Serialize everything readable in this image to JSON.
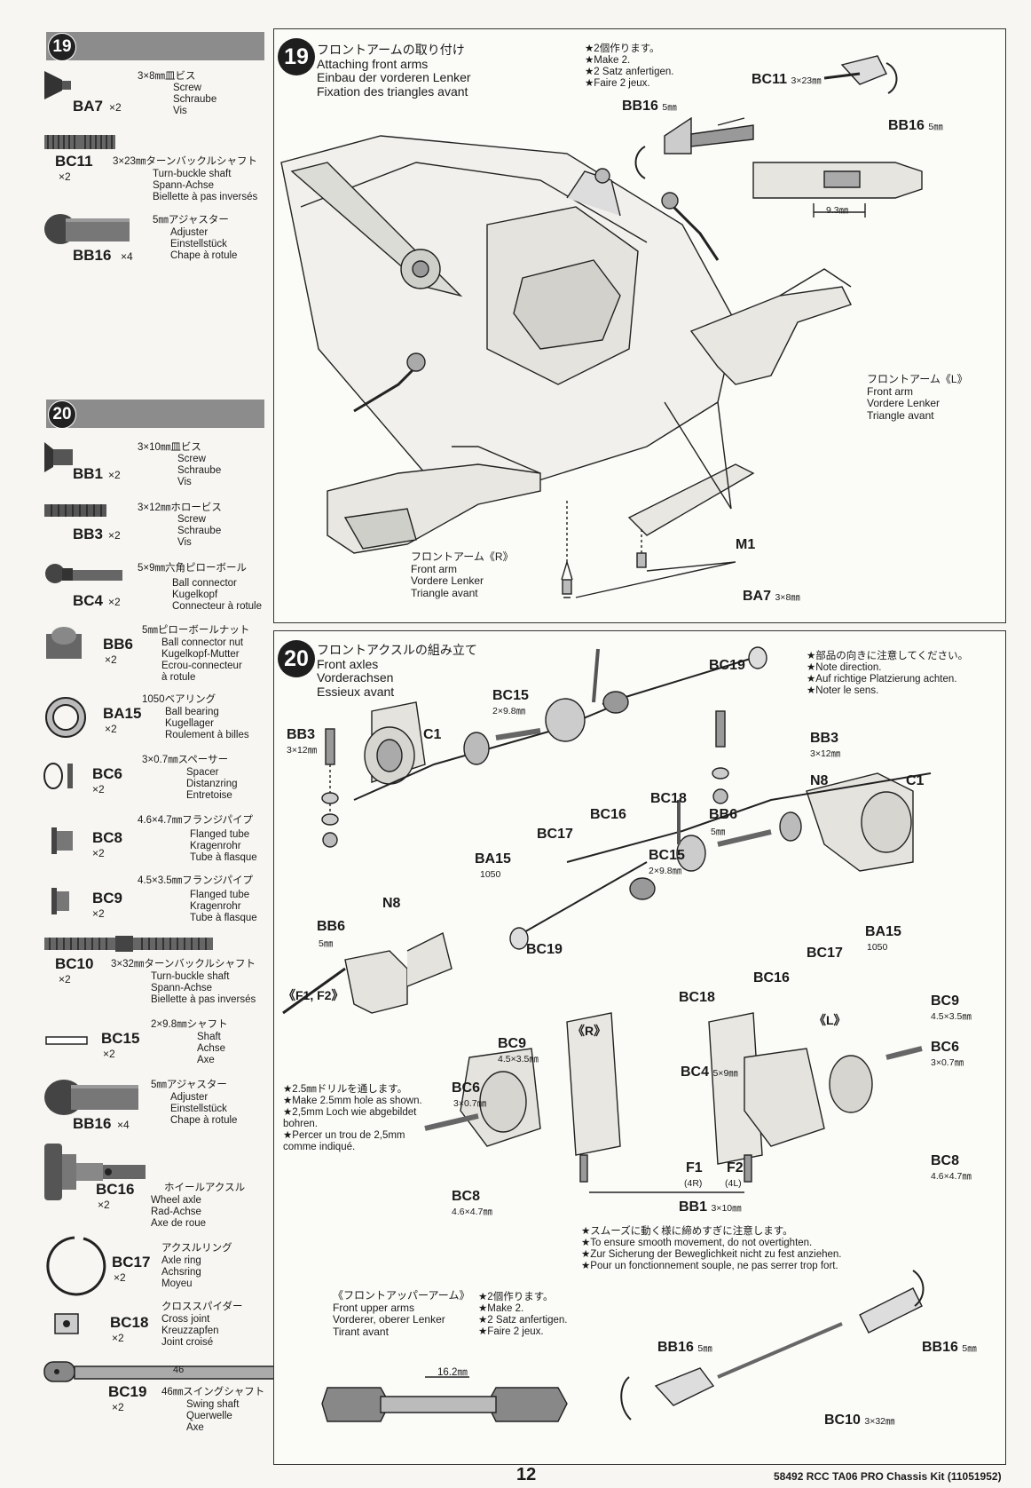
{
  "page": {
    "page_number": "12",
    "footer": "58492 RCC TA06 PRO Chassis Kit (11051952)"
  },
  "sidebar": {
    "step19": {
      "num": "19",
      "parts": [
        {
          "code": "BA7",
          "qty": "×2",
          "spec": "3×8㎜皿ビス",
          "desc": "Screw\nSchraube\nVis"
        },
        {
          "code": "BC11",
          "qty": "×2",
          "spec": "3×23㎜ターンバックルシャフト",
          "desc": "Turn-buckle shaft\nSpann-Achse\nBiellette à pas inversés"
        },
        {
          "code": "BB16",
          "qty": "×4",
          "spec": "5㎜アジャスター",
          "desc": "Adjuster\nEinstellstück\nChape à rotule"
        }
      ]
    },
    "step20": {
      "num": "20",
      "parts": [
        {
          "code": "BB1",
          "qty": "×2",
          "spec": "3×10㎜皿ビス",
          "desc": "Screw\nSchraube\nVis"
        },
        {
          "code": "BB3",
          "qty": "×2",
          "spec": "3×12㎜ホロービス",
          "desc": "Screw\nSchraube\nVis"
        },
        {
          "code": "BC4",
          "qty": "×2",
          "spec": "5×9㎜六角ピローボール",
          "desc": "Ball connector\nKugelkopf\nConnecteur à rotule"
        },
        {
          "code": "BB6",
          "qty": "×2",
          "spec": "5㎜ピローボールナット",
          "desc": "Ball connector nut\nKugelkopf-Mutter\nEcrou-connecteur\nà rotule"
        },
        {
          "code": "BA15",
          "qty": "×2",
          "spec": "1050ベアリング",
          "desc": "Ball bearing\nKugellager\nRoulement à billes"
        },
        {
          "code": "BC6",
          "qty": "×2",
          "spec": "3×0.7㎜スペーサー",
          "desc": "Spacer\nDistanzring\nEntretoise"
        },
        {
          "code": "BC8",
          "qty": "×2",
          "spec": "4.6×4.7㎜フランジパイプ",
          "desc": "Flanged tube\nKragenrohr\nTube à flasque"
        },
        {
          "code": "BC9",
          "qty": "×2",
          "spec": "4.5×3.5㎜フランジパイプ",
          "desc": "Flanged tube\nKragenrohr\nTube à flasque"
        },
        {
          "code": "BC10",
          "qty": "×2",
          "spec": "3×32㎜ターンバックルシャフト",
          "desc": "Turn-buckle shaft\nSpann-Achse\nBiellette à pas inversés"
        },
        {
          "code": "BC15",
          "qty": "×2",
          "spec": "2×9.8㎜シャフト",
          "desc": "Shaft\nAchse\nAxe"
        },
        {
          "code": "BB16",
          "qty": "×4",
          "spec": "5㎜アジャスター",
          "desc": "Adjuster\nEinstellstück\nChape à rotule"
        },
        {
          "code": "BC16",
          "qty": "×2",
          "spec": "ホイールアクスル",
          "desc": "Wheel axle\nRad-Achse\nAxe de roue"
        },
        {
          "code": "BC17",
          "qty": "×2",
          "spec": "アクスルリング",
          "desc": "Axle ring\nAchsring\nMoyeu"
        },
        {
          "code": "BC18",
          "qty": "×2",
          "spec": "クロススパイダー",
          "desc": "Cross joint\nKreuzzapfen\nJoint croisé"
        },
        {
          "code": "BC19",
          "qty": "×2",
          "spec": "46㎜スイングシャフト",
          "desc": "Swing shaft\nQuerwelle\nAxe",
          "marking": "46"
        }
      ]
    }
  },
  "step19": {
    "num": "19",
    "title": "フロントアームの取り付け\nAttaching front arms\nEinbau der vorderen Lenker\nFixation des triangles avant",
    "note": "★2個作ります。\n★Make 2.\n★2 Satz anfertigen.\n★Faire 2 jeux.",
    "labels": {
      "bc11": "BC11",
      "bc11_size": "3×23㎜",
      "bb16_left": "BB16",
      "bb16_left_size": "5㎜",
      "bb16_right": "BB16",
      "bb16_right_size": "5㎜",
      "dimension": "9.3㎜",
      "arm_l": "フロントアーム《L》\nFront arm\nVordere Lenker\nTriangle avant",
      "arm_r": "フロントアーム《R》\nFront arm\nVordere Lenker\nTriangle avant",
      "m1": "M1",
      "ba7": "BA7",
      "ba7_size": "3×8㎜"
    }
  },
  "step20": {
    "num": "20",
    "title": "フロントアクスルの組み立て\nFront axles\nVorderachsen\nEssieux avant",
    "note": "★部品の向きに注意してください。\n★Note direction.\n★Auf richtige Platzierung achten.\n★Noter le sens.",
    "labels": {
      "bc19_top": "BC19",
      "bc15_top": "BC15",
      "bc15_top_size": "2×9.8㎜",
      "bb3_left": "BB3",
      "bb3_left_size": "3×12㎜",
      "c1_left": "C1",
      "bc18_top": "BC18",
      "bc16_top": "BC16",
      "bc17_top": "BC17",
      "ba15_left": "BA15",
      "ba15_left_size": "1050",
      "n8_left": "N8",
      "bb6_left": "BB6",
      "bb6_left_size": "5㎜",
      "bb3_right": "BB3",
      "bb3_right_size": "3×12㎜",
      "n8_right": "N8",
      "c1_right": "C1",
      "bb6_right": "BB6",
      "bb6_right_size": "5㎜",
      "bc15_mid": "BC15",
      "bc15_mid_size": "2×9.8㎜",
      "ba15_right": "BA15",
      "ba15_right_size": "1050",
      "bc19_mid": "BC19",
      "bc17_mid": "BC17",
      "bc16_mid": "BC16",
      "bc18_mid": "BC18",
      "f_heading": "《F1, F2》",
      "drill_note": "★2.5㎜ドリルを通します。\n★Make 2.5mm hole as shown.\n★2,5mm Loch wie abgebildet\nbohren.\n★Percer un trou de 2,5mm\ncomme indiqué.",
      "r_tag": "《R》",
      "l_tag": "《L》",
      "bc9_r": "BC9",
      "bc9_r_size": "4.5×3.5㎜",
      "bc6_r": "BC6",
      "bc6_r_size": "3×0.7㎜",
      "bc4": "BC4",
      "bc4_size": "5×9㎜",
      "bc9_l": "BC9",
      "bc9_l_size": "4.5×3.5㎜",
      "bc6_l": "BC6",
      "bc6_l_size": "3×0.7㎜",
      "bc8_l": "BC8",
      "bc8_l_size": "4.6×4.7㎜",
      "bc8_r": "BC8",
      "bc8_r_size": "4.6×4.7㎜",
      "f1": "F1",
      "f1_sub": "(4R)",
      "f2": "F2",
      "f2_sub": "(4L)",
      "bb1": "BB1",
      "bb1_size": "3×10㎜",
      "smooth_note": "★スムーズに動く様に締めすぎに注意します。\n★To ensure smooth movement, do not overtighten.\n★Zur Sicherung der Beweglichkeit nicht zu fest anziehen.\n★Pour un fonctionnement souple, ne pas serrer trop fort.",
      "upper_title": "《フロントアッパーアーム》\nFront upper arms\nVorderer, oberer Lenker\nTirant avant",
      "upper_note": "★2個作ります。\n★Make 2.\n★2 Satz anfertigen.\n★Faire 2 jeux.",
      "dimension_upper": "16.2㎜",
      "bb16_l": "BB16",
      "bb16_l_size": "5㎜",
      "bb16_r": "BB16",
      "bb16_r_size": "5㎜",
      "bc10": "BC10",
      "bc10_size": "3×32㎜"
    }
  }
}
